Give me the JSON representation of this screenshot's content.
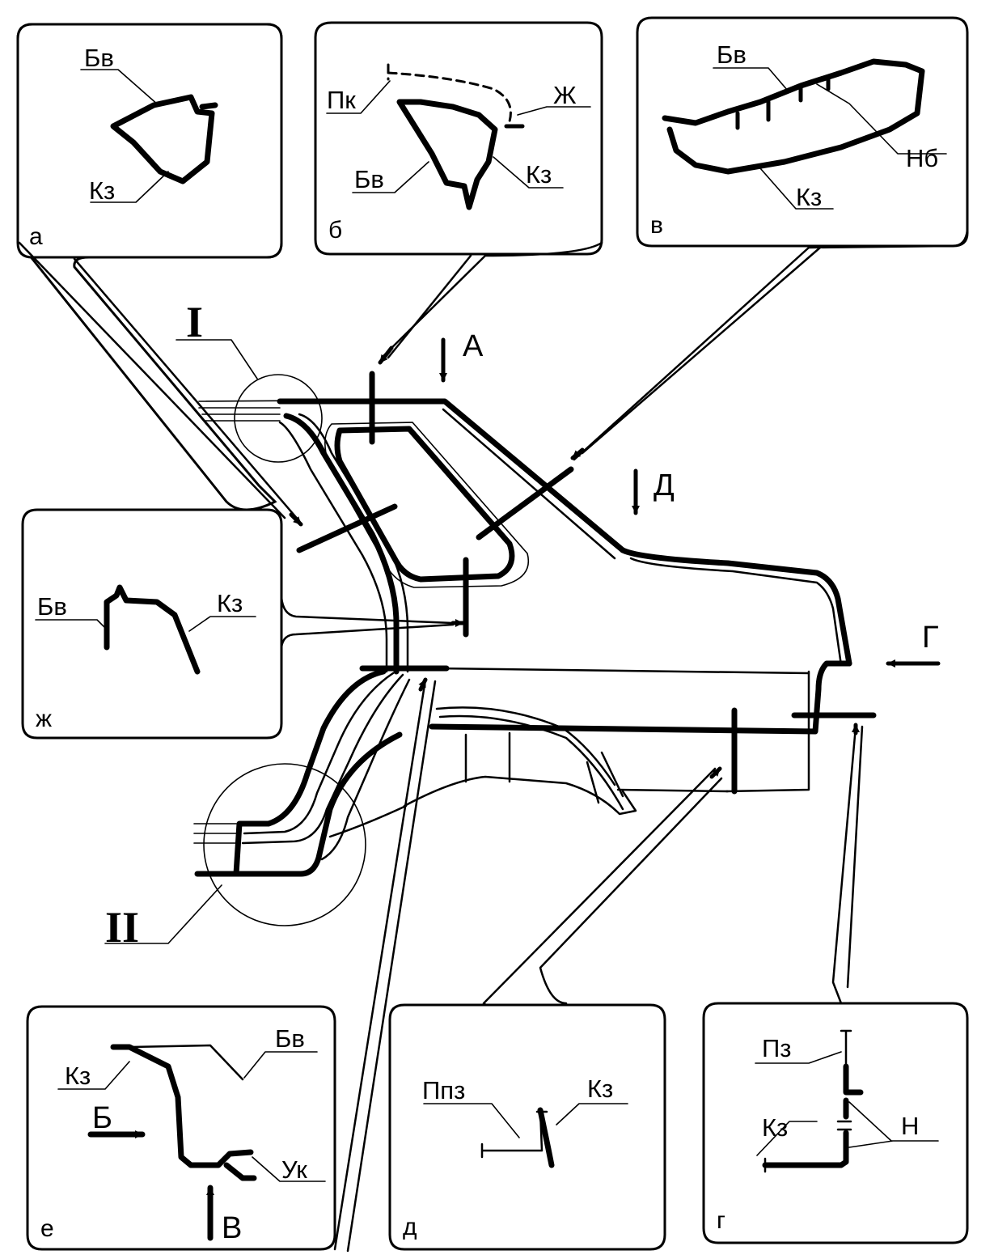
{
  "callouts": {
    "a": {
      "tag": "а",
      "labels": [
        "Бв",
        "Кз"
      ]
    },
    "b": {
      "tag": "б",
      "labels": [
        "Пк",
        "Ж",
        "Бв",
        "Кз"
      ]
    },
    "v": {
      "tag": "в",
      "labels": [
        "Бв",
        "Нб",
        "Кз"
      ]
    },
    "zh": {
      "tag": "ж",
      "labels": [
        "Бв",
        "Кз"
      ]
    },
    "e": {
      "tag": "е",
      "labels": [
        "Кз",
        "Бв",
        "Б",
        "Ук",
        "В"
      ]
    },
    "d": {
      "tag": "д",
      "labels": [
        "Ппз",
        "Кз"
      ]
    },
    "g": {
      "tag": "г",
      "labels": [
        "Пз",
        "Н",
        "Кз"
      ]
    }
  },
  "views": {
    "A": "А",
    "D": "Д",
    "G": "Г"
  },
  "details": {
    "I": "I",
    "II": "II"
  }
}
